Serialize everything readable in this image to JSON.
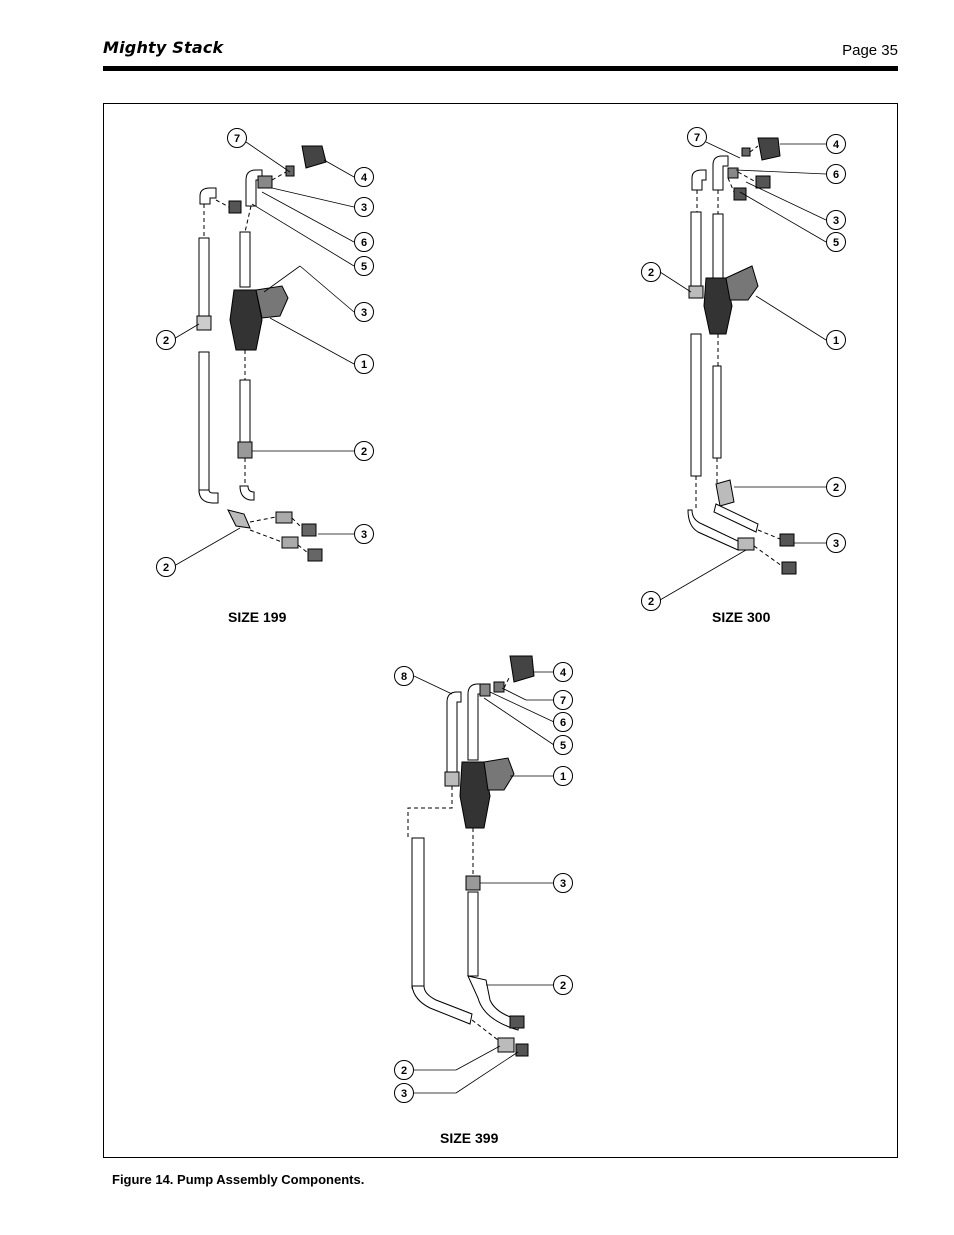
{
  "header": {
    "brand": "Mighty Stack",
    "page": "Page 35"
  },
  "caption": "Figure 14.  Pump Assembly Components.",
  "diagrams": [
    {
      "label": "SIZE 199",
      "callouts": [
        "7",
        "4",
        "3",
        "6",
        "5",
        "3",
        "1",
        "2",
        "3",
        "2",
        "2"
      ]
    },
    {
      "label": "SIZE 300",
      "callouts": [
        "7",
        "4",
        "6",
        "3",
        "5",
        "2",
        "1",
        "2",
        "3",
        "2"
      ]
    },
    {
      "label": "SIZE 399",
      "callouts": [
        "8",
        "4",
        "7",
        "6",
        "5",
        "1",
        "3",
        "2",
        "2",
        "3"
      ]
    }
  ]
}
